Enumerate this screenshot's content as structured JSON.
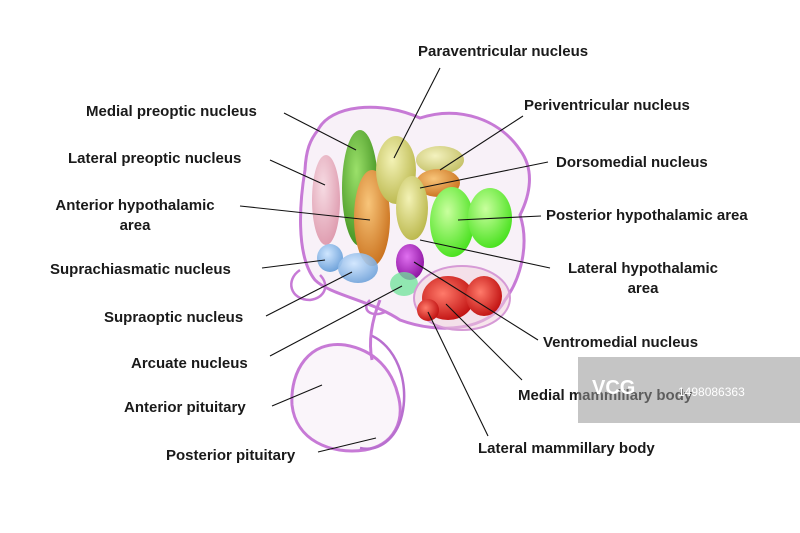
{
  "labels": {
    "paraventricular": "Paraventricular nucleus",
    "medial_preoptic": "Medial preoptic nucleus",
    "periventricular": "Periventricular nucleus",
    "lateral_preoptic": "Lateral preoptic nucleus",
    "dorsomedial": "Dorsomedial nucleus",
    "anterior_hypothalamic_1": "Anterior hypothalamic",
    "anterior_hypothalamic_2": "area",
    "posterior_hypothalamic": "Posterior hypothalamic area",
    "suprachiasmatic": "Suprachiasmatic nucleus",
    "lateral_hypothalamic_1": "Lateral hypothalamic",
    "lateral_hypothalamic_2": "area",
    "supraoptic": "Supraoptic nucleus",
    "ventromedial": "Ventromedial nucleus",
    "arcuate": "Arcuate nucleus",
    "medial_mammillary": "Medial mammillary body",
    "anterior_pituitary": "Anterior pituitary",
    "posterior_pituitary": "Posterior pituitary",
    "lateral_mammillary": "Lateral mammillary body"
  },
  "watermark": {
    "logo": "VCG",
    "id": "1498086363"
  },
  "colors": {
    "outline": "#c77ad6",
    "green": "#6cc33a",
    "yellow": "#d9d86a",
    "orange": "#e59a3a",
    "lime": "#66ff33",
    "magenta": "#b020c8",
    "red": "#e02020",
    "blue": "#7fb8ee"
  }
}
